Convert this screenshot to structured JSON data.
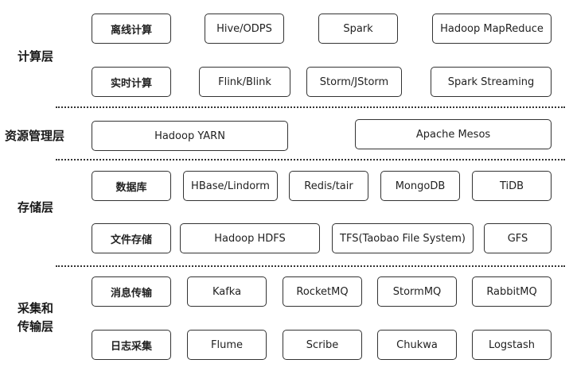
{
  "layers": {
    "compute": {
      "label": "计算层",
      "rows": [
        {
          "head": "离线计算",
          "items": [
            "Hive/ODPS",
            "Spark",
            "Hadoop MapReduce"
          ]
        },
        {
          "head": "实时计算",
          "items": [
            "Flink/Blink",
            "Storm/JStorm",
            "Spark Streaming"
          ]
        }
      ]
    },
    "resource": {
      "label": "资源管理层",
      "items": [
        "Hadoop YARN",
        "Apache Mesos"
      ]
    },
    "storage": {
      "label": "存储层",
      "rows": [
        {
          "head": "数据库",
          "items": [
            "HBase/Lindorm",
            "Redis/tair",
            "MongoDB",
            "TiDB"
          ]
        },
        {
          "head": "文件存储",
          "items": [
            "Hadoop HDFS",
            "TFS(Taobao File System)",
            "GFS"
          ]
        }
      ]
    },
    "ingest": {
      "label_line1": "采集和",
      "label_line2": "传输层",
      "rows": [
        {
          "head": "消息传输",
          "items": [
            "Kafka",
            "RocketMQ",
            "StormMQ",
            "RabbitMQ"
          ]
        },
        {
          "head": "日志采集",
          "items": [
            "Flume",
            "Scribe",
            "Chukwa",
            "Logstash"
          ]
        }
      ]
    }
  }
}
